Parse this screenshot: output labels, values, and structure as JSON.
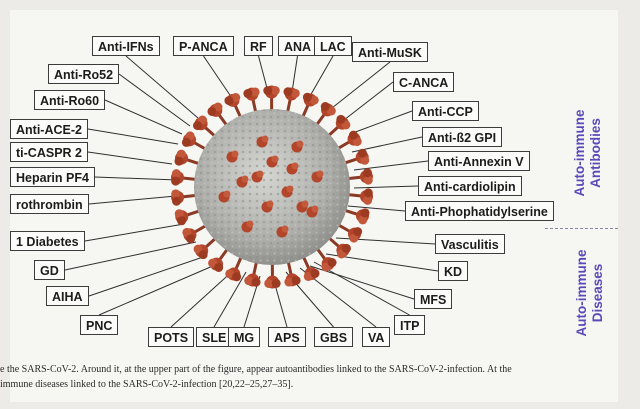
{
  "headings": {
    "antibodies": [
      "Auto-immune",
      "Antibodies"
    ],
    "diseases": [
      "Auto-immune",
      "Diseases"
    ]
  },
  "antibody_labels": {
    "top": [
      "Anti-IFNs",
      "P-ANCA",
      "RF",
      "ANA",
      "LAC",
      "Anti-MuSK"
    ],
    "left": [
      "Anti-Ro52",
      "Anti-Ro60",
      "Anti-ACE-2",
      "ti-CASPR 2",
      "Heparin PF4",
      "rothrombin"
    ],
    "right": [
      "C-ANCA",
      "Anti-CCP",
      "Anti-ß2 GPI",
      "Anti-Annexin V",
      "Anti-cardiolipin",
      "Anti-Phophatidylserine"
    ]
  },
  "disease_labels": {
    "left": [
      "1 Diabetes",
      "GD",
      "AIHA"
    ],
    "bottom": [
      "PNC",
      "POTS",
      "SLE",
      "MG",
      "APS",
      "GBS",
      "VA",
      "ITP"
    ],
    "right": [
      "Vasculitis",
      "KD",
      "MFS"
    ]
  },
  "caption": {
    "line1": "e the SARS-CoV-2. Around it, at the upper part of the figure, appear autoantibodies linked to the SARS-CoV-2-infection. At the",
    "line2": "immune diseases linked to the SARS-CoV-2-infection [20,22–25,27–35]."
  },
  "colors": {
    "heading": "#5b49b8",
    "virus_body": "#b9b9b6",
    "spike": "#b2452a"
  }
}
